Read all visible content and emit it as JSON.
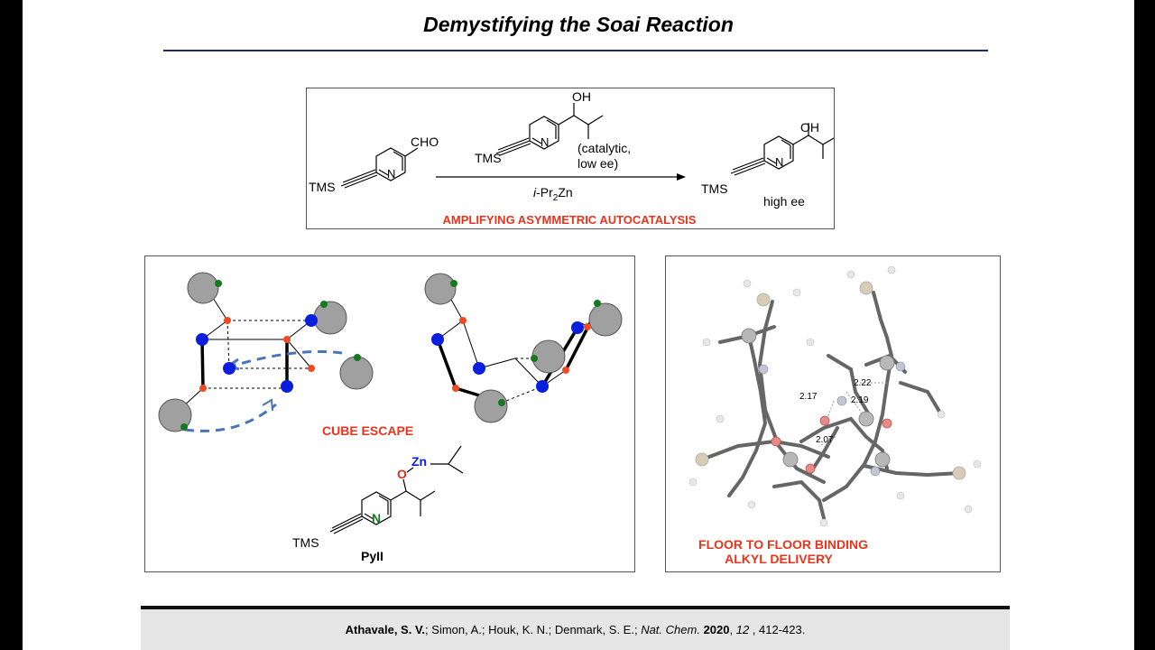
{
  "title": "Demystifying the Soai Reaction",
  "scheme": {
    "substrate_cho": "CHO",
    "substrate_n": "N",
    "tms": "TMS",
    "catalyst_oh": "OH",
    "catalyst_n": "N",
    "catalyst_note_1": "(catalytic,",
    "catalyst_note_2": "low ee)",
    "reagent_prefix": "i",
    "reagent_mid": "-Pr",
    "reagent_sub": "2",
    "reagent_suffix": "Zn",
    "product_oh": "OH",
    "product_n": "N",
    "product_ee": "high ee",
    "caption": "AMPLIFYING ASYMMETRIC AUTOCATALYSIS"
  },
  "cube": {
    "caption": "CUBE ESCAPE",
    "zn": "Zn",
    "o": "O",
    "n": "N",
    "tms": "TMS",
    "label": "PyII"
  },
  "ts": {
    "distances": [
      "2.22",
      "2.17",
      "2.19",
      "2.07"
    ],
    "caption_line1": "FLOOR TO FLOOR BINDING",
    "caption_line2": "ALKYL DELIVERY"
  },
  "footer": {
    "author_bold": "Athavale, S. V.",
    "authors_rest": "; Simon, A.; Houk, K. N.; Denmark, S. E.; ",
    "journal": "Nat. Chem.",
    "year": "2020",
    "volume": "12",
    "pages": " , 412-423."
  },
  "colors": {
    "accent_red": "#e8341c",
    "zinc_blue": "#0a1ee0",
    "oxygen_red": "#f04a22",
    "ligand_grey": "#a0a0a0",
    "nitrogen_green": "#16791f",
    "arrow_blue": "#4a74b8",
    "title_rule": "#1a2a6c"
  }
}
